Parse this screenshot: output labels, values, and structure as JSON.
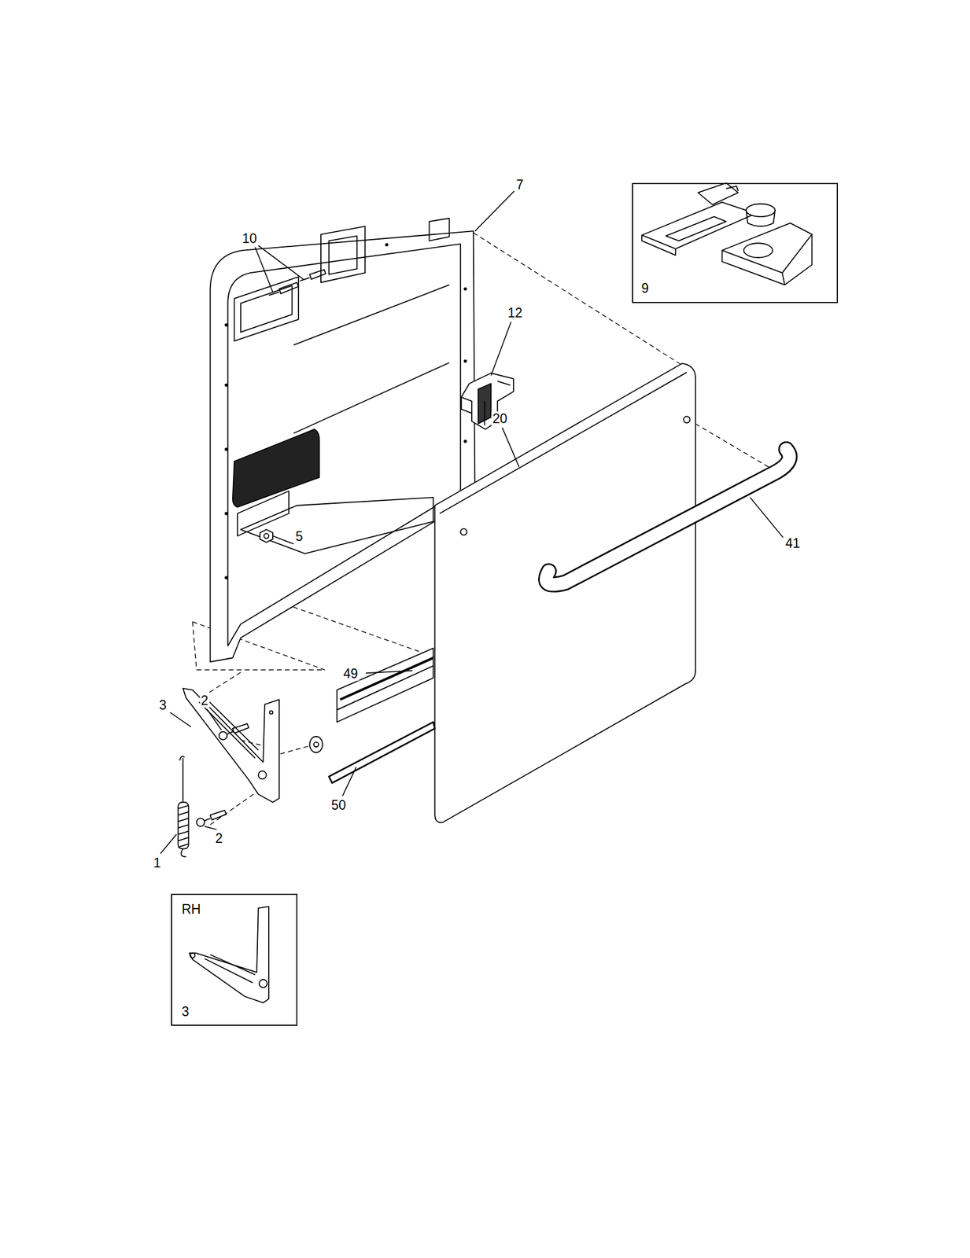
{
  "diagram": {
    "nodes": [
      {
        "text": [
          "9"
        ]
      },
      {
        "text": [
          "RH",
          "3"
        ]
      }
    ],
    "labels": [
      "7",
      "10",
      "12",
      "20",
      "41",
      "5",
      "49",
      "3",
      "2",
      "2",
      "1",
      "50"
    ]
  }
}
